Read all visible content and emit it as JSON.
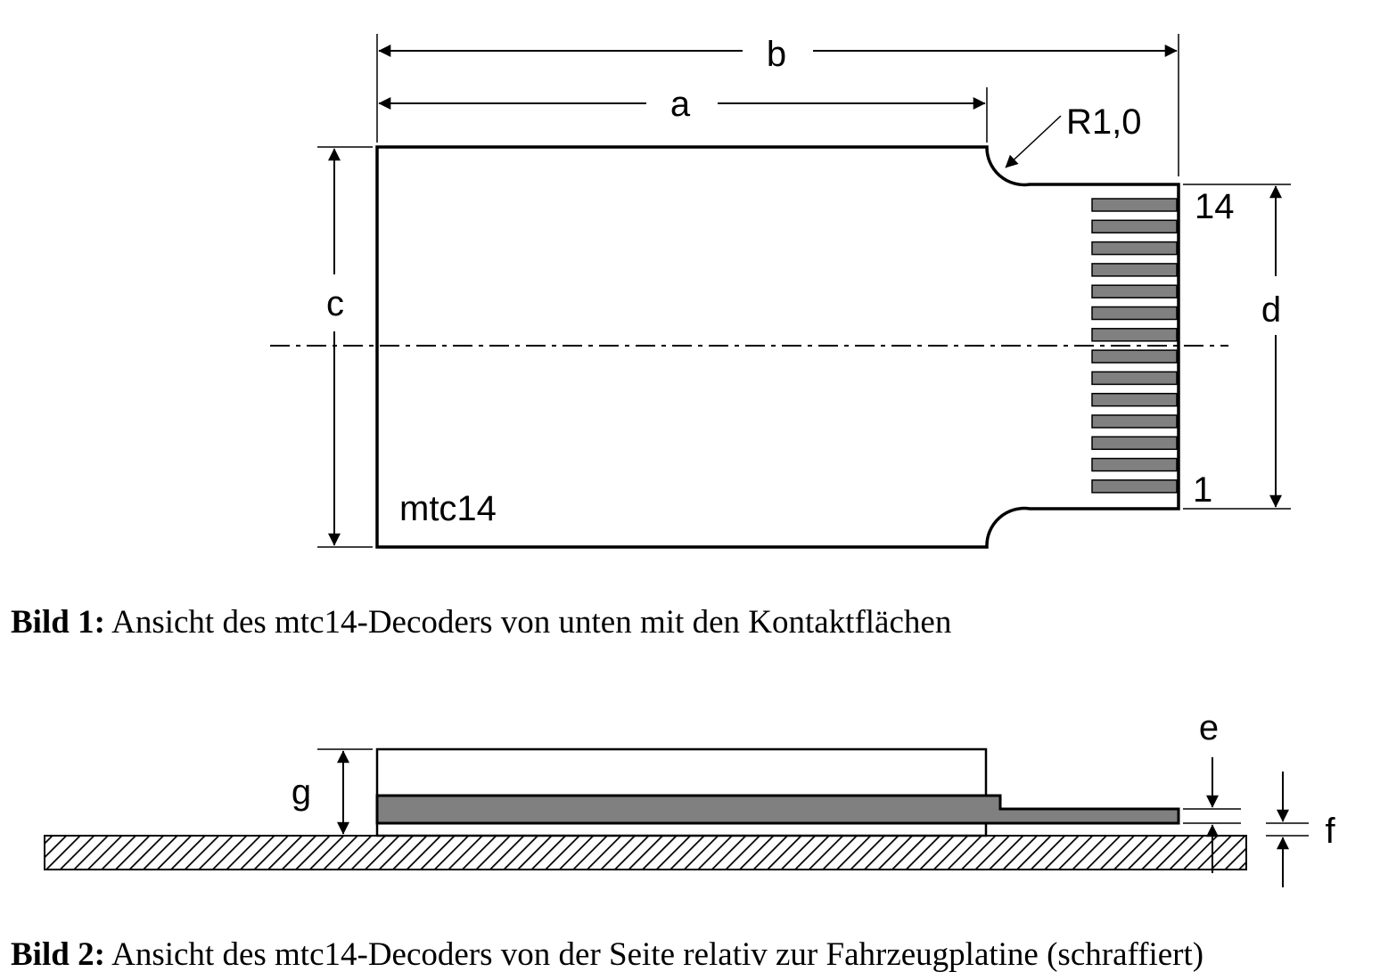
{
  "figure1": {
    "dimension_labels": {
      "a": "a",
      "b": "b",
      "c": "c",
      "d": "d"
    },
    "radius_label": "R1,0",
    "pin_labels": {
      "top": "14",
      "bottom": "1"
    },
    "pin_count": 14,
    "decoder_label": "mtc14",
    "caption_bold": "Bild 1:",
    "caption_text": " Ansicht des mtc14-Decoders von unten mit den Kontaktflächen"
  },
  "figure2": {
    "dimension_labels": {
      "e": "e",
      "f": "f",
      "g": "g"
    },
    "caption_bold": "Bild 2:",
    "caption_text": " Ansicht des mtc14-Decoders von der Seite relativ zur Fahrzeugplatine (schraffiert)"
  },
  "colors": {
    "line": "#000000",
    "contact_fill": "#808080",
    "background": "#ffffff"
  }
}
